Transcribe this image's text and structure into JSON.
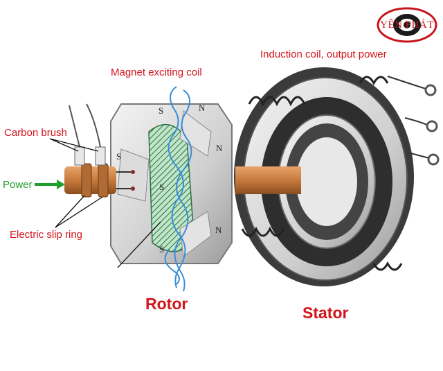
{
  "logo": {
    "text": "YÊN PHÁT",
    "color": "#c8141c"
  },
  "labels": {
    "induction_coil": "Induction coil, output power",
    "magnet_coil": "Magnet exciting coil",
    "carbon_brush": "Carbon brush",
    "power": "Power",
    "slip_ring": "Electric slip ring",
    "rotor": "Rotor",
    "stator": "Stator"
  },
  "poles": {
    "s_top": "S",
    "n_top": "N",
    "s_left": "S",
    "n_right": "N",
    "s_mid": "S",
    "n_lower": "N",
    "s_bottom": "S"
  },
  "colors": {
    "label_red": "#d4141c",
    "power_green": "#1fa02c",
    "coil_blue": "#3a8fd6",
    "copper": "#c87a3c",
    "winding_green": "#a8d8b4"
  }
}
